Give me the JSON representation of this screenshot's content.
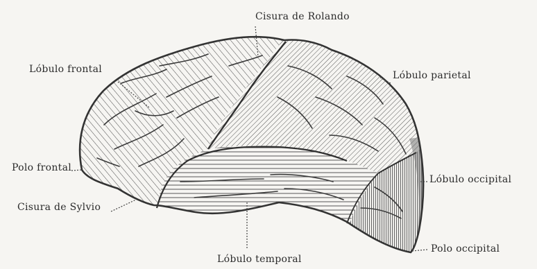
{
  "labels": {
    "rolando": "Cisura de Rolando",
    "frontal": "Lóbulo frontal",
    "parietal": "Lóbulo parietal",
    "polo_frontal": "Polo frontal",
    "occipital": "Lóbulo occipital",
    "sylvio": "Cisura de Sylvio",
    "polo_occipital": "Polo occipital",
    "temporal": "Lóbulo temporal"
  },
  "colors": {
    "background": "#f6f5f2",
    "outline": "#3a3a3a",
    "hatch": "#555555",
    "occipital_fill": "#8a8a8a",
    "text": "#2a2a2a"
  }
}
